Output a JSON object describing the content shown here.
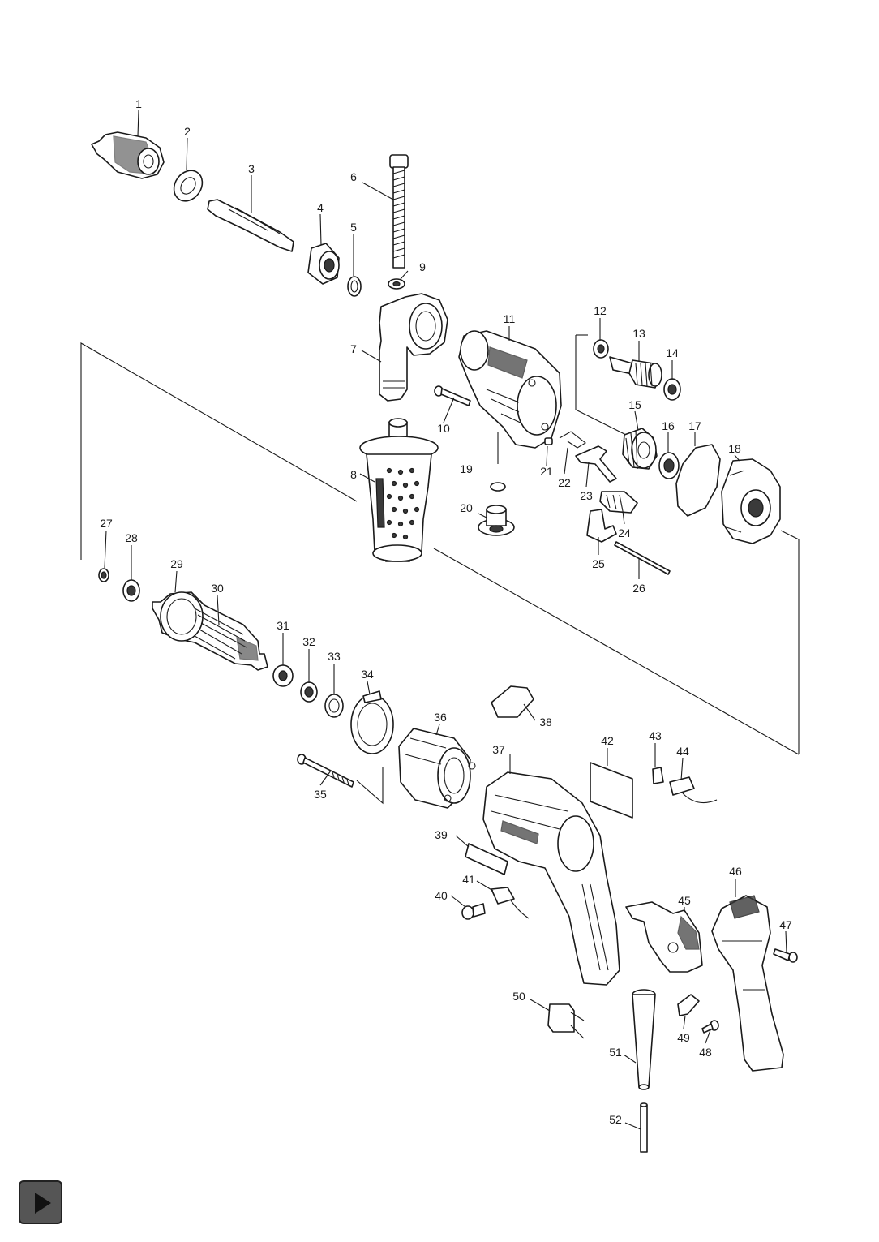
{
  "diagram": {
    "parts": [
      {
        "id": "1",
        "label": "1"
      },
      {
        "id": "2",
        "label": "2"
      },
      {
        "id": "3",
        "label": "3"
      },
      {
        "id": "4",
        "label": "4"
      },
      {
        "id": "5",
        "label": "5"
      },
      {
        "id": "6",
        "label": "6"
      },
      {
        "id": "7",
        "label": "7"
      },
      {
        "id": "8",
        "label": "8"
      },
      {
        "id": "9",
        "label": "9"
      },
      {
        "id": "10",
        "label": "10"
      },
      {
        "id": "11",
        "label": "11"
      },
      {
        "id": "12",
        "label": "12"
      },
      {
        "id": "13",
        "label": "13"
      },
      {
        "id": "14",
        "label": "14"
      },
      {
        "id": "15",
        "label": "15"
      },
      {
        "id": "16",
        "label": "16"
      },
      {
        "id": "17",
        "label": "17"
      },
      {
        "id": "18",
        "label": "18"
      },
      {
        "id": "19",
        "label": "19"
      },
      {
        "id": "20",
        "label": "20"
      },
      {
        "id": "21",
        "label": "21"
      },
      {
        "id": "22",
        "label": "22"
      },
      {
        "id": "23",
        "label": "23"
      },
      {
        "id": "24",
        "label": "24"
      },
      {
        "id": "25",
        "label": "25"
      },
      {
        "id": "26",
        "label": "26"
      },
      {
        "id": "27",
        "label": "27"
      },
      {
        "id": "28",
        "label": "28"
      },
      {
        "id": "29",
        "label": "29"
      },
      {
        "id": "30",
        "label": "30"
      },
      {
        "id": "31",
        "label": "31"
      },
      {
        "id": "32",
        "label": "32"
      },
      {
        "id": "33",
        "label": "33"
      },
      {
        "id": "34",
        "label": "34"
      },
      {
        "id": "35",
        "label": "35"
      },
      {
        "id": "36",
        "label": "36"
      },
      {
        "id": "37",
        "label": "37"
      },
      {
        "id": "38",
        "label": "38"
      },
      {
        "id": "39",
        "label": "39"
      },
      {
        "id": "40",
        "label": "40"
      },
      {
        "id": "41",
        "label": "41"
      },
      {
        "id": "42",
        "label": "42"
      },
      {
        "id": "43",
        "label": "43"
      },
      {
        "id": "44",
        "label": "44"
      },
      {
        "id": "45",
        "label": "45"
      },
      {
        "id": "46",
        "label": "46"
      },
      {
        "id": "47",
        "label": "47"
      },
      {
        "id": "48",
        "label": "48"
      },
      {
        "id": "49",
        "label": "49"
      },
      {
        "id": "50",
        "label": "50"
      },
      {
        "id": "51",
        "label": "51"
      },
      {
        "id": "52",
        "label": "52"
      }
    ]
  },
  "icons": {
    "play": "play-icon"
  }
}
